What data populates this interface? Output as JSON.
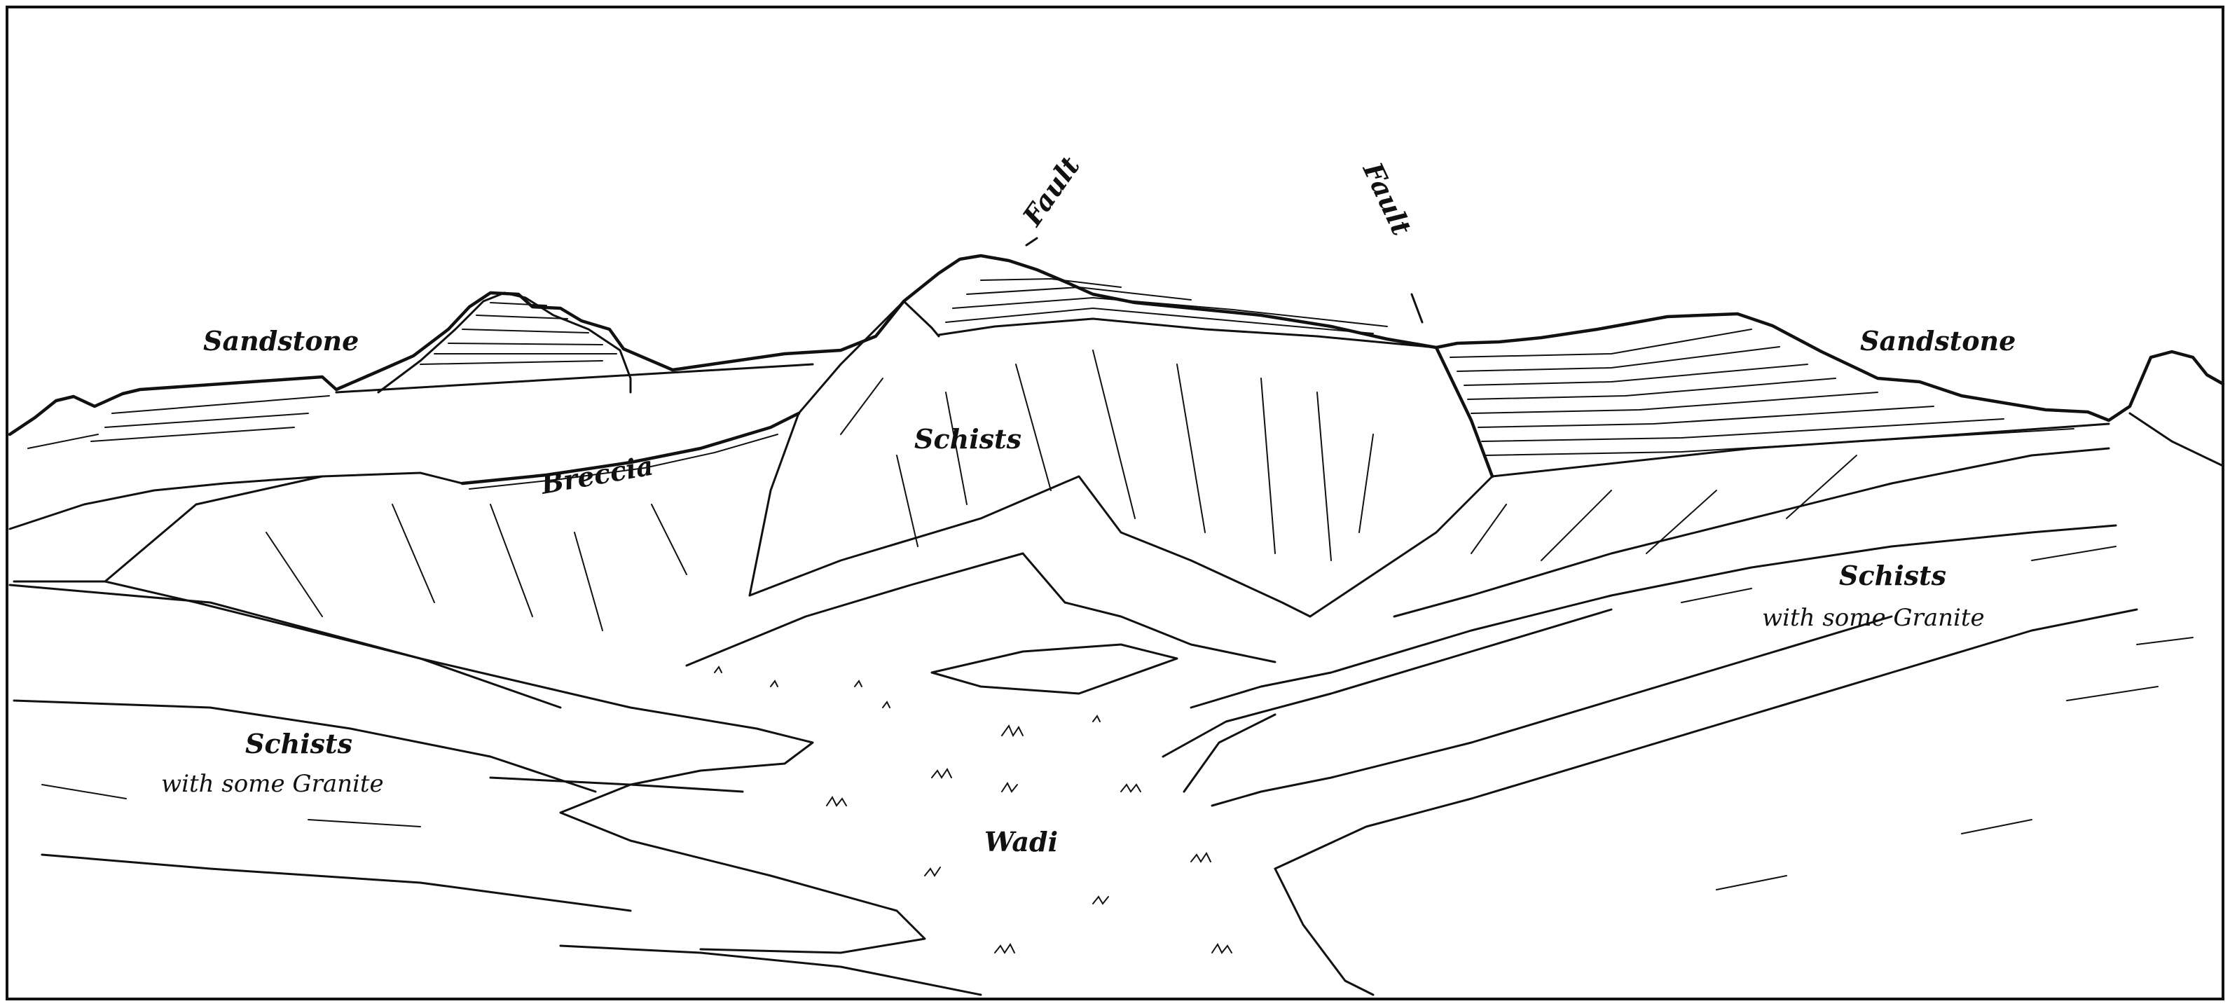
{
  "labels": {
    "sandstone_left": "Sandstone",
    "sandstone_right": "Sandstone",
    "fault_left": "Fault",
    "fault_right": "Fault",
    "schists_center": "Schists",
    "breccia": "Breccia",
    "schists_right": "Schists",
    "schists_right_sub": "with some Granite",
    "schists_left": "Schists",
    "schists_left_sub": "with some Granite",
    "wadi": "Wadi"
  }
}
